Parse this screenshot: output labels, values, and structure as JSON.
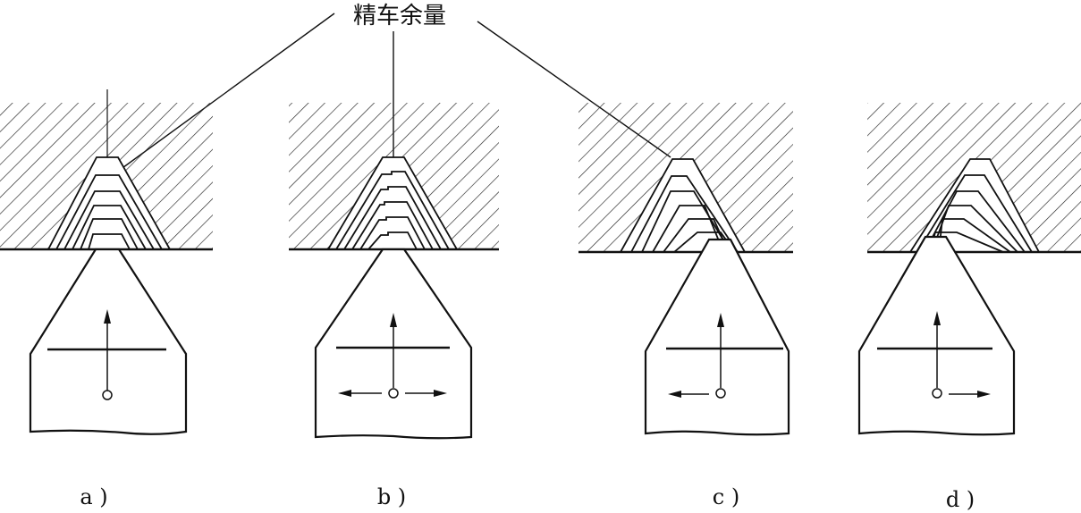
{
  "callout": {
    "text": "精车余量"
  },
  "panels": [
    {
      "label": "a )",
      "feed": "none",
      "center_line": true
    },
    {
      "label": "b )",
      "feed": "both",
      "center_line": false
    },
    {
      "label": "c )",
      "feed": "left",
      "center_line": false
    },
    {
      "label": "d )",
      "feed": "right",
      "center_line": false
    }
  ]
}
